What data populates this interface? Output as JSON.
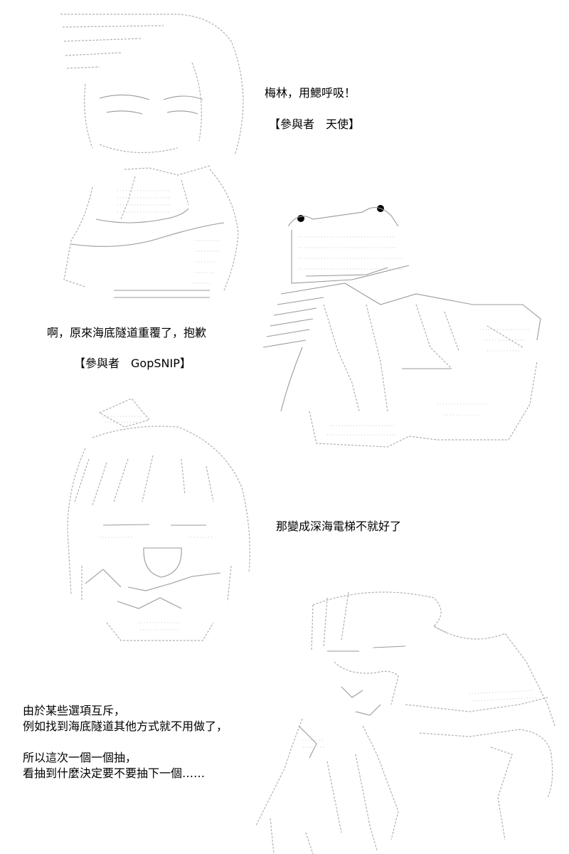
{
  "panels": [
    {
      "dialogue": "梅林，用鰓呼吸！",
      "speaker": "【參與者　天使】"
    },
    {
      "dialogue": "啊，原來海底隧道重覆了，抱歉",
      "speaker": "【參與者　GopSNIP】"
    },
    {
      "dialogue": "那變成深海電梯不就好了"
    },
    {
      "dialogue": "由於某些選項互斥，\n例如找到海底隧道其他方式就不用做了，\n\n所以這次一個一個抽，\n看抽到什麼決定要不要抽下一個……"
    }
  ]
}
